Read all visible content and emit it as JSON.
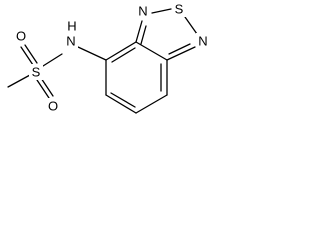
{
  "molecule": {
    "atoms": {
      "S_sulfonyl": "S",
      "O_top": "O",
      "O_bottom": "O",
      "N_amide": "N",
      "H_amide": "H",
      "N_ring_top": "N",
      "S_ring": "S",
      "N_ring_right": "N"
    }
  },
  "colors": {
    "bond": "#000000",
    "label": "#000000",
    "background": "#ffffff"
  }
}
